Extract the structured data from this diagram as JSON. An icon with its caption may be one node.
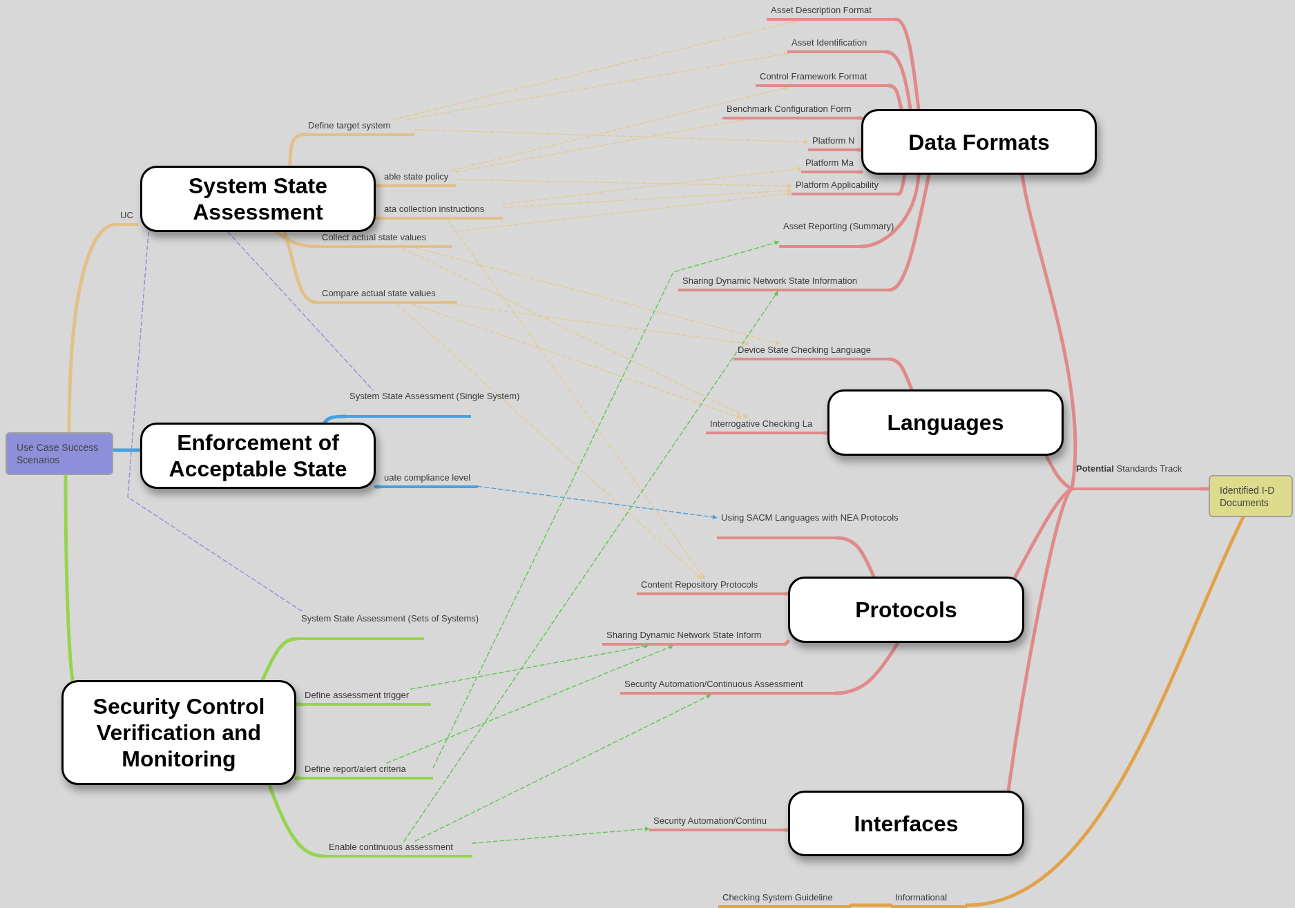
{
  "diagram": {
    "nodes": [
      {
        "text": [
          "Use Case Success Scenarios"
        ]
      },
      {
        "text": [
          "UC"
        ]
      },
      {
        "text": [
          "System State Assessment"
        ]
      },
      {
        "text": [
          "Define target system"
        ]
      },
      {
        "text": [
          "able state policy"
        ]
      },
      {
        "text": [
          "ata collection instructions"
        ]
      },
      {
        "text": [
          "Collect actual state values"
        ]
      },
      {
        "text": [
          "Compare actual state values"
        ]
      },
      {
        "text": [
          "Enforcement of Acceptable State"
        ]
      },
      {
        "text": [
          "System State Assessment (Single System)"
        ]
      },
      {
        "text": [
          "uate compliance level"
        ]
      },
      {
        "text": [
          "Security Control Verification and Monitoring"
        ]
      },
      {
        "text": [
          "System State Assessment (Sets of Systems)"
        ]
      },
      {
        "text": [
          "Define assessment trigger"
        ]
      },
      {
        "text": [
          "Define report/alert criteria"
        ]
      },
      {
        "text": [
          "Enable continuous assessment"
        ]
      },
      {
        "text": [
          "Asset Description Format"
        ]
      },
      {
        "text": [
          "Asset Identification"
        ]
      },
      {
        "text": [
          "Control Framework Format"
        ]
      },
      {
        "text": [
          "Benchmark Configuration Form"
        ]
      },
      {
        "text": [
          "Platform N"
        ]
      },
      {
        "text": [
          "Platform Ma"
        ]
      },
      {
        "text": [
          "Data Formats"
        ]
      },
      {
        "text": [
          "Platform Applicability"
        ]
      },
      {
        "text": [
          "Asset Reporting (Summary)"
        ]
      },
      {
        "text": [
          "Sharing Dynamic Network State Information"
        ]
      },
      {
        "text": [
          "Device State Checking Language"
        ]
      },
      {
        "text": [
          "Languages"
        ]
      },
      {
        "text": [
          "Interrogative Checking La"
        ]
      },
      {
        "text": [
          "**Potential** Standards Track"
        ]
      },
      {
        "text": [
          "Identified I-D Documents"
        ]
      },
      {
        "text": [
          "Using SACM Languages with NEA Protocols"
        ]
      },
      {
        "text": [
          "Protocols"
        ]
      },
      {
        "text": [
          "Content Repository Protocols"
        ]
      },
      {
        "text": [
          "Sharing Dynamic Network State Inform"
        ]
      },
      {
        "text": [
          "Security Automation/Continuous Assessment"
        ]
      },
      {
        "text": [
          "Interfaces"
        ]
      },
      {
        "text": [
          "Security Automation/Continu"
        ]
      },
      {
        "text": [
          "Checking System Guideline"
        ]
      },
      {
        "text": [
          "Informational"
        ]
      }
    ],
    "edges": [
      {
        "from": 0,
        "to": 1,
        "arrow": "none",
        "color": "#e2c089"
      },
      {
        "from": 2,
        "to": 3,
        "arrow": "none",
        "color": "#e2c089"
      },
      {
        "from": 2,
        "to": 4,
        "arrow": "none",
        "color": "#e2c089"
      },
      {
        "from": 2,
        "to": 5,
        "arrow": "none",
        "color": "#e2c089"
      },
      {
        "from": 2,
        "to": 6,
        "arrow": "none",
        "color": "#e2c089"
      },
      {
        "from": 2,
        "to": 7,
        "arrow": "none",
        "color": "#e2c089"
      },
      {
        "from": 0,
        "to": 8,
        "arrow": "none",
        "color": "#4aa0dc"
      },
      {
        "from": 8,
        "to": 9,
        "arrow": "none",
        "color": "#4aa0dc"
      },
      {
        "from": 8,
        "to": 10,
        "arrow": "none",
        "color": "#4aa0dc"
      },
      {
        "from": 0,
        "to": 11,
        "arrow": "none",
        "color": "#96d450"
      },
      {
        "from": 11,
        "to": 12,
        "arrow": "none",
        "color": "#96d450"
      },
      {
        "from": 11,
        "to": 13,
        "arrow": "none",
        "color": "#96d450"
      },
      {
        "from": 11,
        "to": 14,
        "arrow": "none",
        "color": "#96d450"
      },
      {
        "from": 11,
        "to": 15,
        "arrow": "none",
        "color": "#96d450"
      },
      {
        "from": 30,
        "to": 29,
        "arrow": "none",
        "color": "#e08a8a"
      },
      {
        "from": 29,
        "to": 22,
        "arrow": "none",
        "color": "#e08a8a"
      },
      {
        "from": 29,
        "to": 27,
        "arrow": "none",
        "color": "#e08a8a"
      },
      {
        "from": 29,
        "to": 32,
        "arrow": "none",
        "color": "#e08a8a"
      },
      {
        "from": 29,
        "to": 36,
        "arrow": "none",
        "color": "#e08a8a"
      },
      {
        "from": 22,
        "to": 16,
        "arrow": "none",
        "color": "#e08a8a"
      },
      {
        "from": 22,
        "to": 17,
        "arrow": "none",
        "color": "#e08a8a"
      },
      {
        "from": 22,
        "to": 18,
        "arrow": "none",
        "color": "#e08a8a"
      },
      {
        "from": 22,
        "to": 19,
        "arrow": "none",
        "color": "#e08a8a"
      },
      {
        "from": 22,
        "to": 20,
        "arrow": "none",
        "color": "#e08a8a"
      },
      {
        "from": 22,
        "to": 21,
        "arrow": "none",
        "color": "#e08a8a"
      },
      {
        "from": 22,
        "to": 23,
        "arrow": "none",
        "color": "#e08a8a"
      },
      {
        "from": 22,
        "to": 24,
        "arrow": "none",
        "color": "#e08a8a"
      },
      {
        "from": 22,
        "to": 25,
        "arrow": "none",
        "color": "#e08a8a"
      },
      {
        "from": 27,
        "to": 26,
        "arrow": "none",
        "color": "#e08a8a"
      },
      {
        "from": 27,
        "to": 28,
        "arrow": "none",
        "color": "#e08a8a"
      },
      {
        "from": 32,
        "to": 31,
        "arrow": "none",
        "color": "#e08a8a"
      },
      {
        "from": 32,
        "to": 33,
        "arrow": "none",
        "color": "#e08a8a"
      },
      {
        "from": 32,
        "to": 34,
        "arrow": "none",
        "color": "#e08a8a"
      },
      {
        "from": 32,
        "to": 35,
        "arrow": "none",
        "color": "#e08a8a"
      },
      {
        "from": 36,
        "to": 37,
        "arrow": "none",
        "color": "#e08a8a"
      },
      {
        "from": 30,
        "to": 39,
        "arrow": "none",
        "color": "#e2a24a"
      },
      {
        "from": 39,
        "to": 38,
        "arrow": "none",
        "color": "#e2a24a"
      },
      {
        "from": 3,
        "to": 16,
        "arrow": "to",
        "style": "dashed",
        "color": "#e6c98c"
      },
      {
        "from": 3,
        "to": 17,
        "arrow": "to",
        "style": "dashed",
        "color": "#e6c98c"
      },
      {
        "from": 3,
        "to": 20,
        "arrow": "to",
        "style": "dashed",
        "color": "#e6c98c"
      },
      {
        "from": 4,
        "to": 18,
        "arrow": "to",
        "style": "dashed",
        "color": "#e6c98c"
      },
      {
        "from": 4,
        "to": 19,
        "arrow": "to",
        "style": "dashed",
        "color": "#e6c98c"
      },
      {
        "from": 4,
        "to": 23,
        "arrow": "to",
        "style": "dashed",
        "color": "#e6c98c"
      },
      {
        "from": 5,
        "to": 33,
        "arrow": "to",
        "style": "dashed",
        "color": "#e6c98c"
      },
      {
        "from": 5,
        "to": 21,
        "arrow": "to",
        "style": "dashed",
        "color": "#e6c98c"
      },
      {
        "from": 5,
        "to": 23,
        "arrow": "to",
        "style": "dashed",
        "color": "#e6c98c"
      },
      {
        "from": 6,
        "to": 23,
        "arrow": "to",
        "style": "dashed",
        "color": "#e6c98c"
      },
      {
        "from": 6,
        "to": 26,
        "arrow": "to",
        "style": "dashed",
        "color": "#e6c98c"
      },
      {
        "from": 6,
        "to": 28,
        "arrow": "to",
        "style": "dashed",
        "color": "#e6c98c"
      },
      {
        "from": 7,
        "to": 33,
        "arrow": "to",
        "style": "dashed",
        "color": "#e6c98c"
      },
      {
        "from": 7,
        "to": 26,
        "arrow": "to",
        "style": "dashed",
        "color": "#e6c98c"
      },
      {
        "from": 7,
        "to": 28,
        "arrow": "to",
        "style": "dashed",
        "color": "#e6c98c"
      },
      {
        "from": 2,
        "to": 9,
        "arrow": "none",
        "style": "dashed",
        "color": "#8e8fdc"
      },
      {
        "from": 2,
        "to": 12,
        "arrow": "none",
        "style": "dashed",
        "color": "#8e8fdc"
      },
      {
        "from": 10,
        "to": 31,
        "arrow": "to",
        "style": "dashed",
        "color": "#4aa0dc"
      },
      {
        "from": 13,
        "to": 34,
        "arrow": "to",
        "style": "dashed",
        "color": "#5cc850"
      },
      {
        "from": 14,
        "to": 24,
        "arrow": "to",
        "style": "dashed",
        "color": "#5cc850"
      },
      {
        "from": 14,
        "to": 34,
        "arrow": "to",
        "style": "dashed",
        "color": "#5cc850"
      },
      {
        "from": 15,
        "to": 25,
        "arrow": "to",
        "style": "dashed",
        "color": "#5cc850"
      },
      {
        "from": 15,
        "to": 35,
        "arrow": "to",
        "style": "dashed",
        "color": "#5cc850"
      },
      {
        "from": 15,
        "to": 37,
        "arrow": "to",
        "style": "dashed",
        "color": "#5cc850"
      }
    ]
  }
}
